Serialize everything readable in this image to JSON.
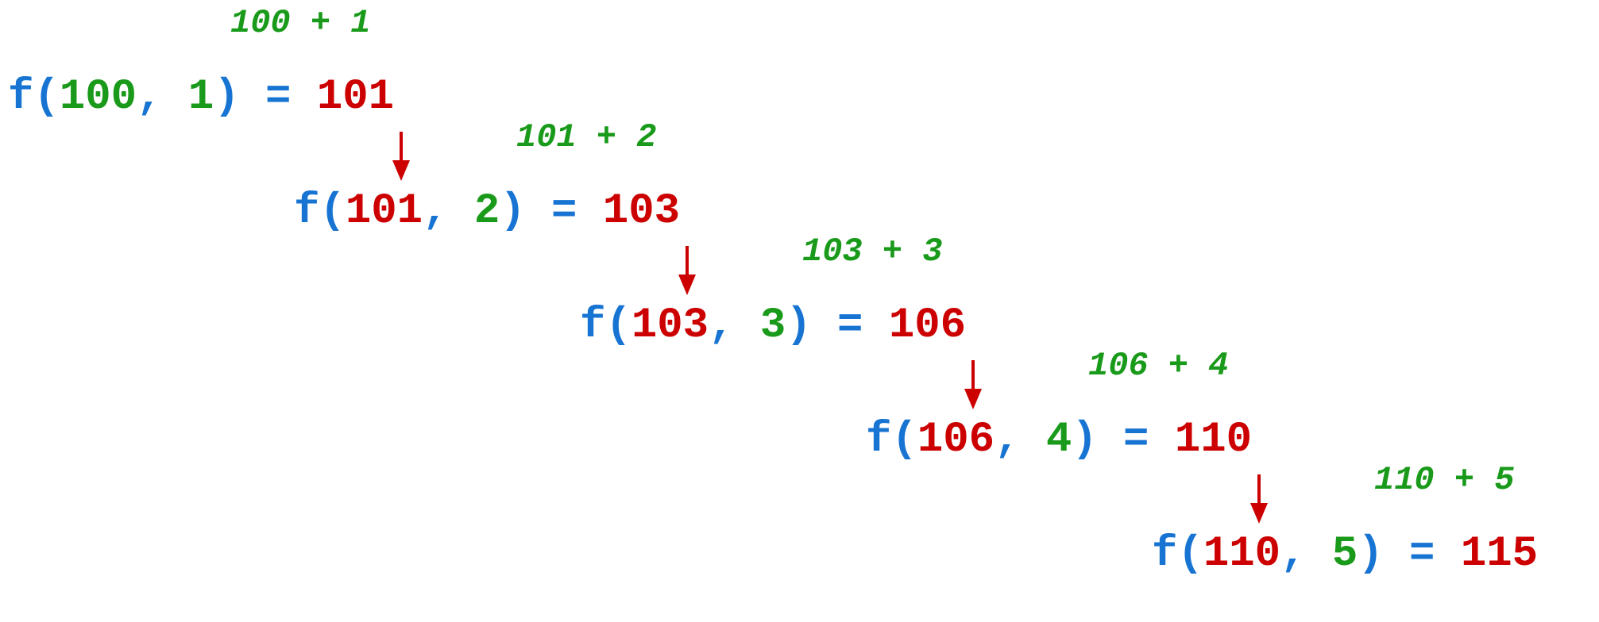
{
  "steps": [
    {
      "annotation": "100 + 1",
      "fn": "f",
      "open_paren": "(",
      "arg1": "100",
      "comma": ", ",
      "arg2": "1",
      "close_paren": ")",
      "equals": " = ",
      "result": "101"
    },
    {
      "annotation": "101 + 2",
      "fn": "f",
      "open_paren": "(",
      "arg1": "101",
      "comma": ", ",
      "arg2": "2",
      "close_paren": ")",
      "equals": " = ",
      "result": "103"
    },
    {
      "annotation": "103 + 3",
      "fn": "f",
      "open_paren": "(",
      "arg1": "103",
      "comma": ", ",
      "arg2": "3",
      "close_paren": ")",
      "equals": " = ",
      "result": "106"
    },
    {
      "annotation": "106 + 4",
      "fn": "f",
      "open_paren": "(",
      "arg1": "106",
      "comma": ", ",
      "arg2": "4",
      "close_paren": ")",
      "equals": " = ",
      "result": "110"
    },
    {
      "annotation": "110 + 5",
      "fn": "f",
      "open_paren": "(",
      "arg1": "110",
      "comma": ", ",
      "arg2": "5",
      "close_paren": ")",
      "equals": " = ",
      "result": "115"
    }
  ],
  "colors": {
    "function": "#1874d2",
    "increment": "#1a9a1a",
    "carried_value": "#cc0000",
    "arrow": "#cc0000"
  }
}
